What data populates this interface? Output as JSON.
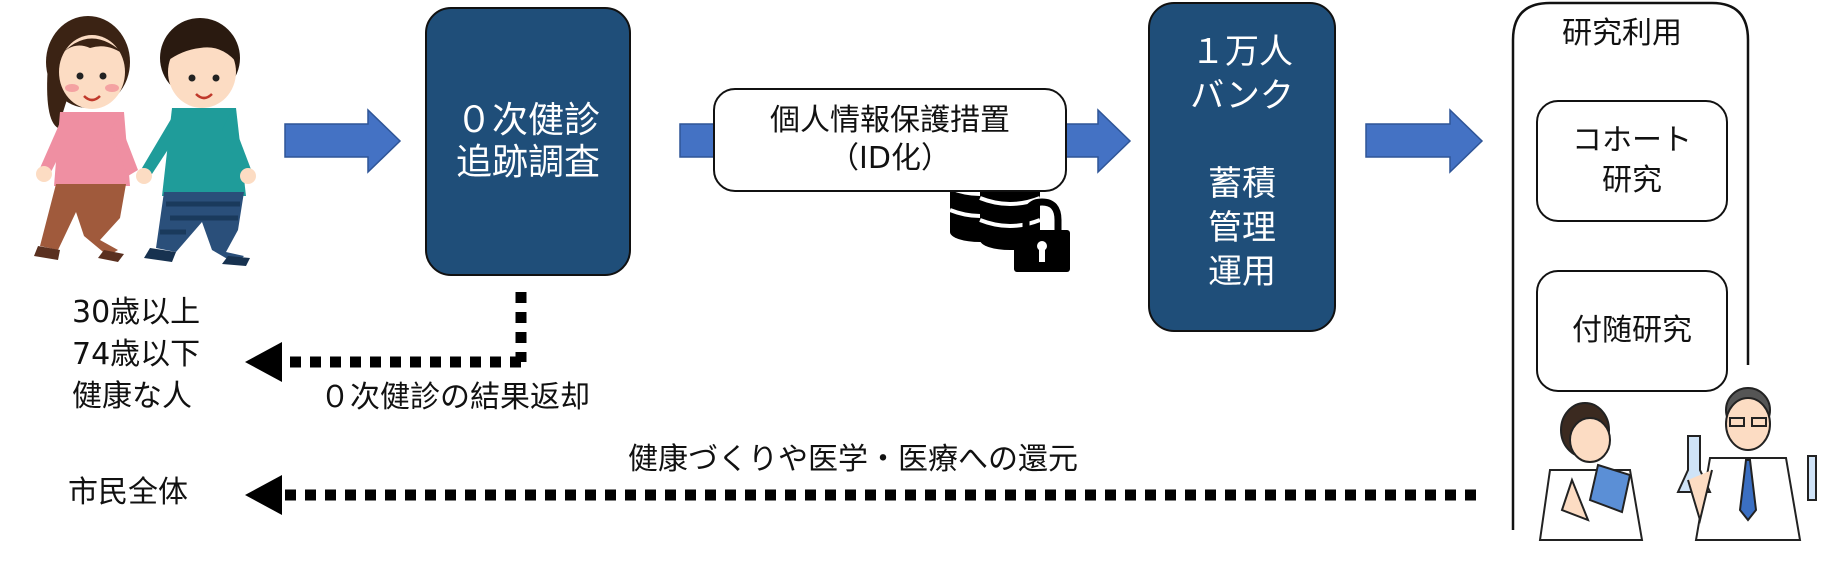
{
  "diagram": {
    "box_checkup": {
      "lines": [
        "０次健診",
        "追跡調査"
      ]
    },
    "box_privacy": {
      "lines": [
        "個人情報保護措置",
        "（ID化）"
      ]
    },
    "box_bank": {
      "lines": [
        "１万人",
        "バンク",
        "",
        "蓄積",
        "管理",
        "運用"
      ]
    },
    "panel_research": {
      "title": "研究利用",
      "cohort": {
        "lines": [
          "コホート",
          "研究"
        ]
      },
      "sub": {
        "lines": [
          "付随研究"
        ]
      }
    },
    "target_label": {
      "lines": [
        "30歳以上",
        "74歳以下",
        "健康な人"
      ]
    },
    "return_label": "０次健診の結果返却",
    "citizens_label": "市民全体",
    "contribution_label": "健康づくりや医学・医療への還元"
  },
  "colors": {
    "box_fill": "#1f4e79",
    "arrow_fill": "#4472c4",
    "line": "#111111"
  },
  "icons": [
    "walking-couple-icon",
    "database-lock-icon",
    "researchers-icon"
  ]
}
